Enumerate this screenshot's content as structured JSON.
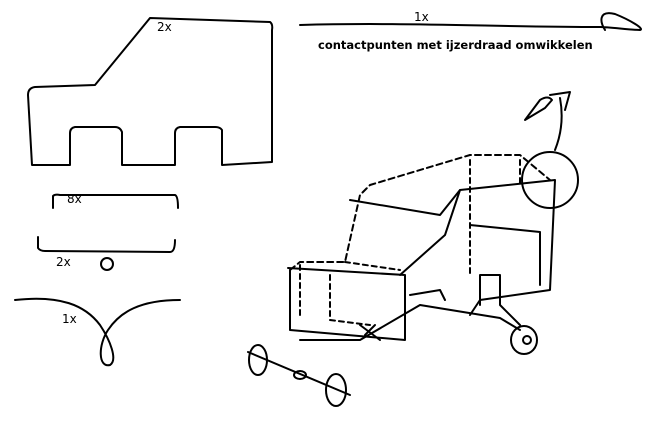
{
  "parts": {
    "body_panel": {
      "count": "2x"
    },
    "top_wire": {
      "count": "1x"
    },
    "axle_strip": {
      "count": "8x"
    },
    "axle_with_ring": {
      "count": "2x"
    },
    "loop_wire": {
      "count": "1x"
    }
  },
  "instruction": "contactpunten met ijzerdraad omwikkelen"
}
